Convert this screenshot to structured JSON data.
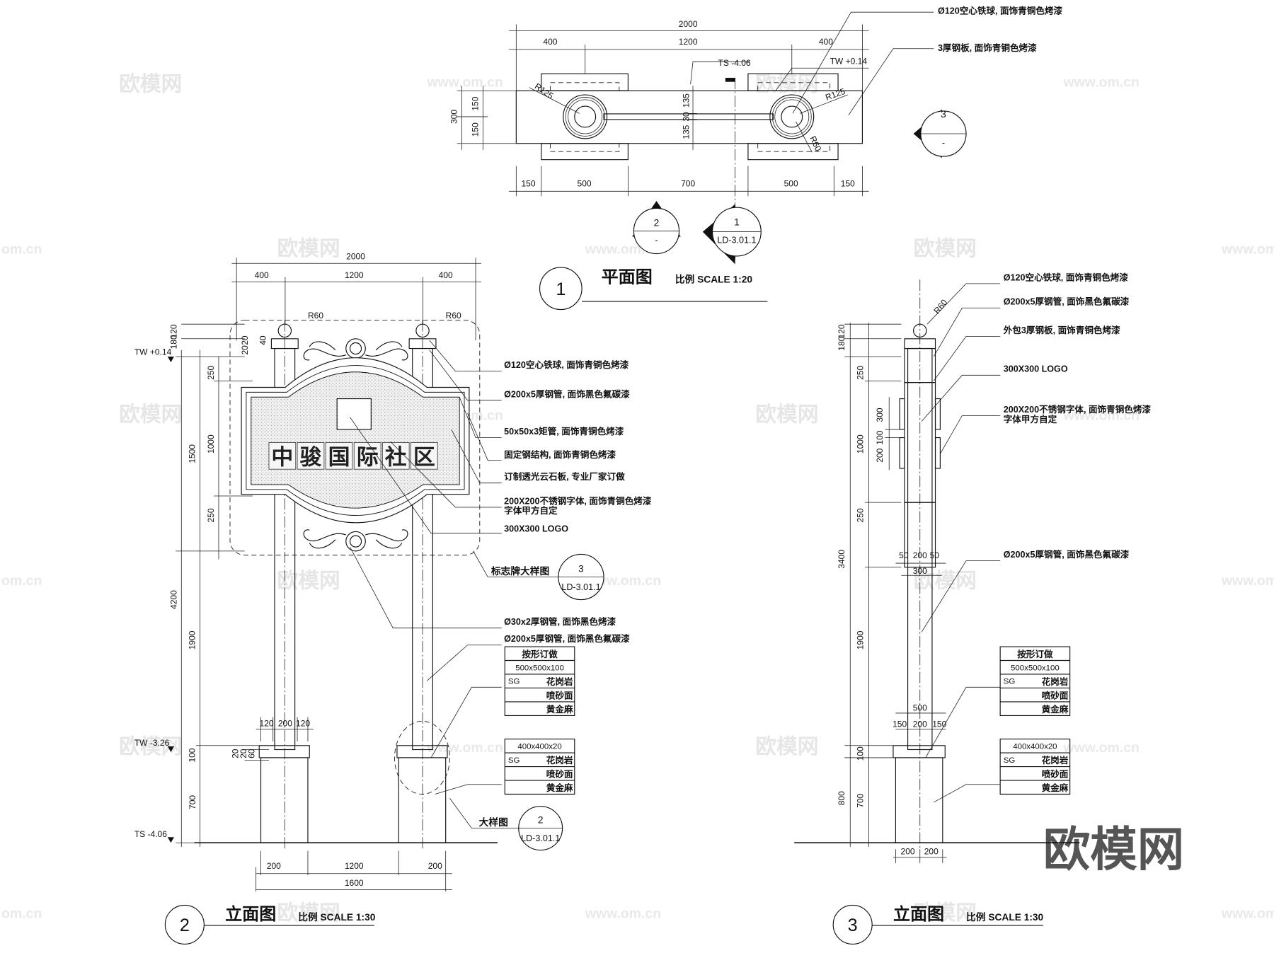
{
  "watermark": {
    "brand": "欧模网",
    "url": "www.om.cn",
    "url_short": "om.cn"
  },
  "plan": {
    "title": "平面图",
    "number": "1",
    "scale": "比例 SCALE 1:20",
    "dims_top": [
      "2000",
      "400",
      "1200",
      "400"
    ],
    "dims_bottom": [
      "150",
      "500",
      "700",
      "500",
      "150"
    ],
    "dims_left": [
      "300",
      "150",
      "150"
    ],
    "dims_mid": [
      "135",
      "30",
      "135"
    ],
    "radii": [
      "R125",
      "R125",
      "R60"
    ],
    "levels": [
      "TS -4.06",
      "TW +0.14"
    ],
    "notes": [
      "Ø120空心铁球, 面饰青铜色烤漆",
      "3厚钢板, 面饰青铜色烤漆"
    ],
    "markers": [
      {
        "num": "2",
        "ref": "-"
      },
      {
        "num": "1",
        "ref": "LD-3.01.1"
      },
      {
        "num": "3",
        "ref": "-"
      }
    ]
  },
  "elev2": {
    "title": "立面图",
    "number": "2",
    "scale": "比例 SCALE 1:30",
    "sign_text": [
      "中",
      "骏",
      "国",
      "际",
      "社",
      "区"
    ],
    "dims_top": [
      "2000",
      "400",
      "1200",
      "400"
    ],
    "dims_bottom": [
      "200",
      "1200",
      "200",
      "1600"
    ],
    "dims_left": [
      "4200",
      "1500",
      "1900",
      "700",
      "250",
      "1000",
      "250",
      "180",
      "120",
      "100",
      "20",
      "20",
      "40",
      "20",
      "20",
      "60"
    ],
    "dims_post": [
      "120",
      "200",
      "120"
    ],
    "radii": [
      "R60",
      "R60"
    ],
    "levels": [
      "TW +0.14",
      "TW -3.26",
      "TS -4.06"
    ],
    "notes": [
      "Ø120空心铁球, 面饰青铜色烤漆",
      "Ø200x5厚钢管, 面饰黑色氟碳漆",
      "50x50x3矩管, 面饰青铜色烤漆",
      "固定钢结构, 面饰青铜色烤漆",
      "订制透光云石板, 专业厂家订做",
      "200X200不锈钢字体, 面饰青铜色烤漆",
      "字体甲方自定",
      "300X300 LOGO",
      "Ø30x2厚钢管, 面饰黑色烤漆",
      "Ø200x5厚钢管, 面饰黑色氟碳漆"
    ],
    "detail_callouts": [
      {
        "label": "标志牌大样图",
        "num": "3",
        "ref": "LD-3.01.1"
      },
      {
        "label": "大样图",
        "num": "2",
        "ref": "LD-3.01.1"
      }
    ],
    "table1": [
      "按形订做",
      "500x500x100",
      "SG",
      "花岗岩",
      "喷砂面",
      "黄金麻"
    ],
    "table2": [
      "400x400x20",
      "SG",
      "花岗岩",
      "喷砂面",
      "黄金麻"
    ]
  },
  "elev3": {
    "title": "立面图",
    "number": "3",
    "scale": "比例 SCALE 1:30",
    "dims_left": [
      "3400",
      "800",
      "180",
      "120",
      "250",
      "1000",
      "250",
      "1900",
      "100",
      "700",
      "300",
      "100",
      "200"
    ],
    "dims_post": [
      "50",
      "200",
      "50",
      "300",
      "500",
      "150",
      "200",
      "150",
      "200",
      "200"
    ],
    "radii": [
      "R60"
    ],
    "notes": [
      "Ø120空心铁球, 面饰青铜色烤漆",
      "Ø200x5厚钢管, 面饰黑色氟碳漆",
      "外包3厚钢板, 面饰青铜色烤漆",
      "300X300 LOGO",
      "200X200不锈钢字体, 面饰青铜色烤漆",
      "字体甲方自定",
      "Ø200x5厚钢管, 面饰黑色氟碳漆"
    ],
    "table1": [
      "按形订做",
      "500x500x100",
      "SG",
      "花岗岩",
      "喷砂面",
      "黄金麻"
    ],
    "table2": [
      "400x400x20",
      "SG",
      "花岗岩",
      "喷砂面",
      "黄金麻"
    ]
  }
}
